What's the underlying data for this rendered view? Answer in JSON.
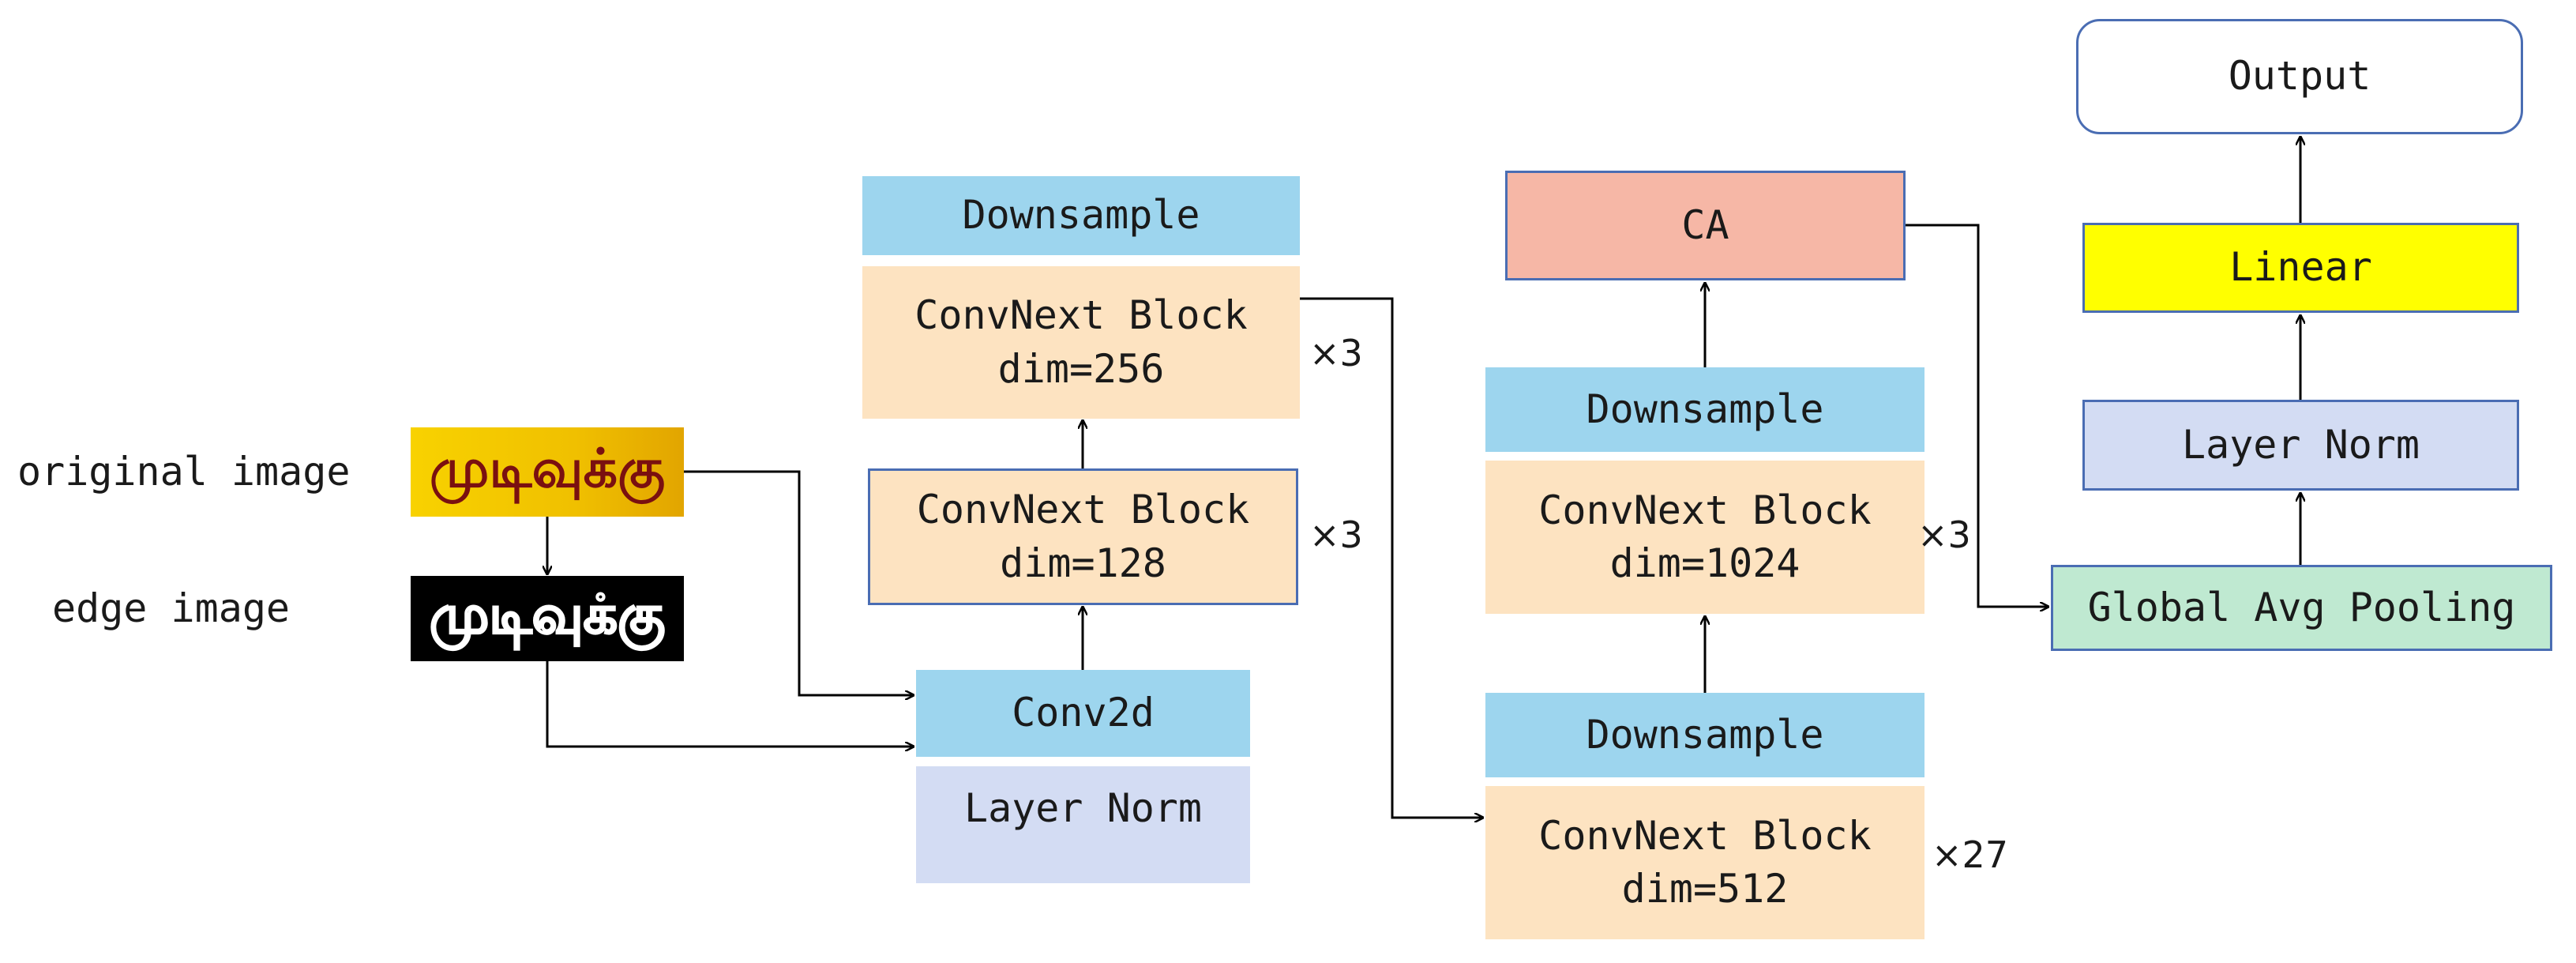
{
  "colors": {
    "downsample": "#9dd5ee",
    "convnext": "#fde3c1",
    "layer_norm": "#d3dcf3",
    "ca": "#f6b7a6",
    "linear": "#ffff00",
    "pooling": "#bfe9d1",
    "output": "#ffffff",
    "border": "#4a6db3",
    "line": "#000000"
  },
  "inputs": {
    "original_label": "original image",
    "edge_label": "edge image",
    "original_text": "முடிவுக்கு",
    "edge_text": "முடிவுக்கு"
  },
  "stem": {
    "conv2d": "Conv2d",
    "layer_norm": "Layer Norm"
  },
  "stage1": {
    "block": "ConvNext Block\ndim=128",
    "repeat": "×3"
  },
  "stage2": {
    "downsample": "Downsample",
    "block": "ConvNext Block\ndim=256",
    "repeat": "×3"
  },
  "stage3": {
    "downsample": "Downsample",
    "block": "ConvNext Block\ndim=512",
    "repeat": "×27"
  },
  "stage4": {
    "downsample": "Downsample",
    "block": "ConvNext Block\ndim=1024",
    "repeat": "×3"
  },
  "head": {
    "ca": "CA",
    "pooling": "Global Avg Pooling",
    "layer_norm": "Layer Norm",
    "linear": "Linear",
    "output": "Output"
  }
}
